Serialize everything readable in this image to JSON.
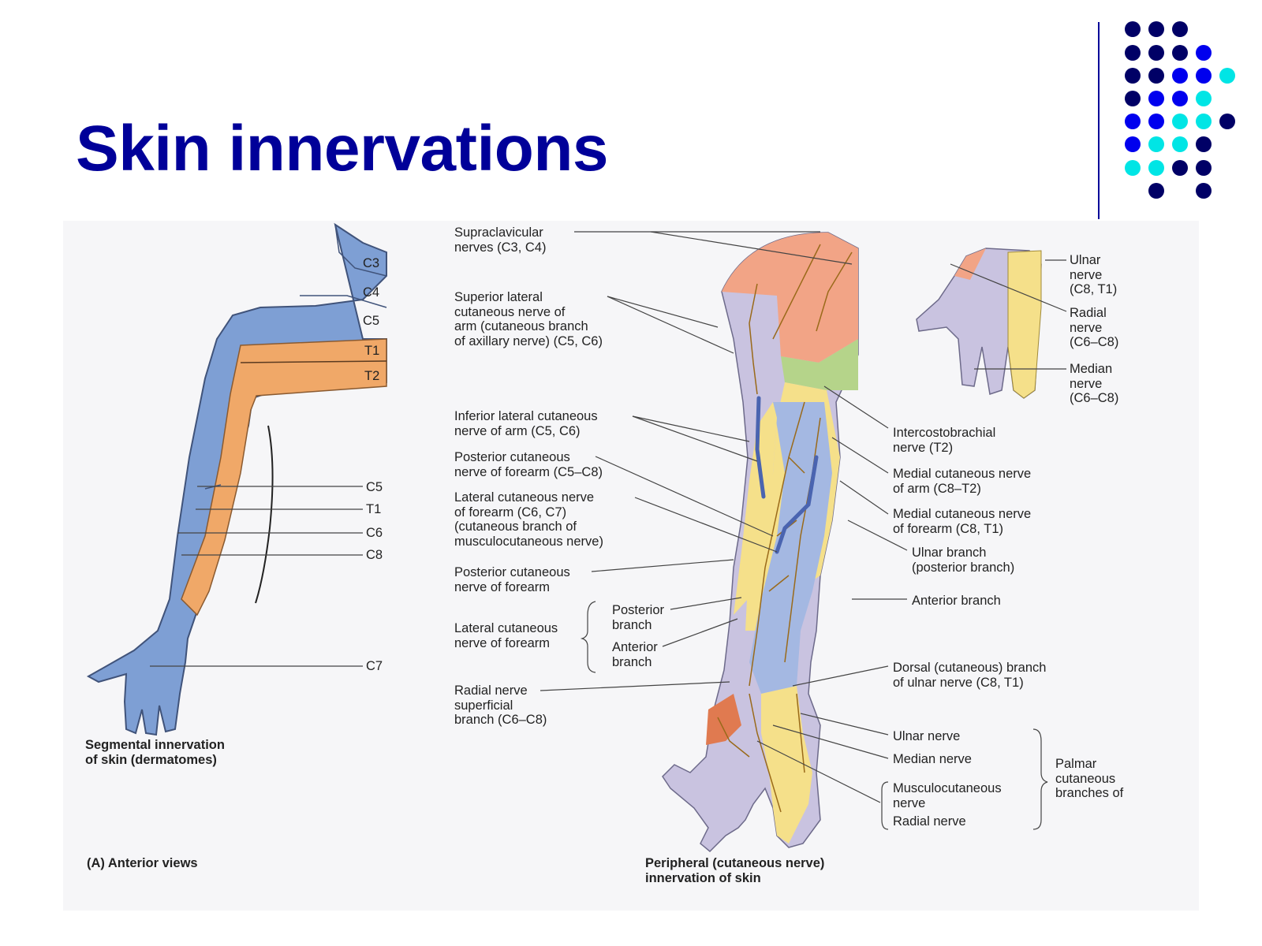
{
  "slide": {
    "title": "Skin innervations",
    "accent_color": "#000099",
    "dot_colors": [
      "#000066",
      "#0000ee",
      "#00e5e5"
    ]
  },
  "figure": {
    "left_caption": "Segmental innervation\nof skin (dermatomes)",
    "views_caption": "(A) Anterior views",
    "right_caption": "Peripheral (cutaneous nerve)\ninnervation of skin",
    "dermatome_labels": {
      "c3": "C3",
      "c4": "C4",
      "c5_top": "C5",
      "t1_top": "T1",
      "t2": "T2",
      "c5": "C5",
      "t1": "T1",
      "c6": "C6",
      "c8": "C8",
      "c7": "C7"
    },
    "nerve_labels": {
      "supraclavicular": "Supraclavicular\nnerves (C3, C4)",
      "superior_lateral": "Superior lateral\ncutaneous nerve of\narm (cutaneous branch\nof axillary nerve) (C5, C6)",
      "inferior_lateral": "Inferior lateral cutaneous\nnerve of arm  (C5, C6)",
      "posterior_cut_forearm_c5c8": "Posterior cutaneous\nnerve of forearm (C5–C8)",
      "lateral_cut_forearm": "Lateral cutaneous nerve\nof forearm (C6, C7)\n(cutaneous branch of\nmusculocutaneous nerve)",
      "posterior_cut_forearm": "Posterior cutaneous\nnerve of forearm",
      "lateral_cut_forearm_short": "Lateral cutaneous\nnerve of forearm",
      "posterior_branch": "Posterior\nbranch",
      "anterior_branch_left": "Anterior\nbranch",
      "radial_superficial": "Radial nerve\nsuperficial\nbranch (C6–C8)",
      "ulnar_hand": "Ulnar\nnerve\n(C8, T1)",
      "radial_hand": "Radial\nnerve\n(C6–C8)",
      "median_hand": "Median\nnerve\n(C6–C8)",
      "intercostobrachial": "Intercostobrachial\nnerve (T2)",
      "medial_cut_arm": "Medial cutaneous nerve\nof arm (C8–T2)",
      "medial_cut_forearm": "Medial cutaneous nerve\nof forearm (C8, T1)",
      "ulnar_branch": "Ulnar branch\n(posterior branch)",
      "anterior_branch": "Anterior branch",
      "dorsal_ulnar": "Dorsal (cutaneous) branch\nof ulnar nerve (C8, T1)",
      "ulnar_nerve": "Ulnar nerve",
      "median_nerve": "Median nerve",
      "musculocutaneous": "Musculocutaneous\nnerve",
      "radial_nerve": "Radial nerve",
      "palmar": "Palmar\ncutaneous\nbranches of"
    }
  }
}
